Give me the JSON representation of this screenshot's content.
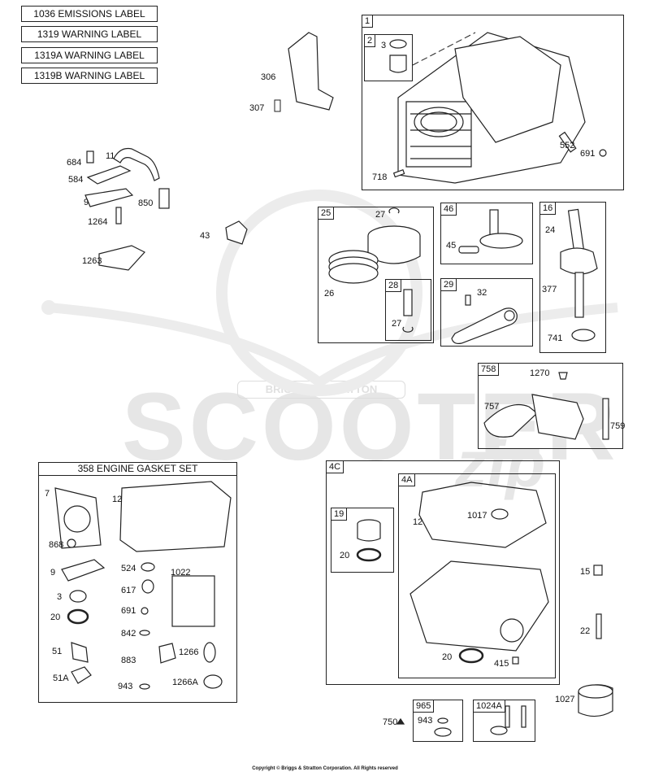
{
  "labels": {
    "l1036": "1036 EMISSIONS LABEL",
    "l1319": "1319 WARNING LABEL",
    "l1319a": "1319A WARNING LABEL",
    "l1319b": "1319B WARNING LABEL"
  },
  "watermark": {
    "main": "SCOOTER",
    "script": "zip",
    "badge": "BRIGGS & STRATTON"
  },
  "groups": {
    "g1": "1",
    "g2": "2",
    "g25": "25",
    "g28": "28",
    "g46": "46",
    "g29": "29",
    "g16": "16",
    "g758": "758",
    "g4c": "4C",
    "g4a": "4A",
    "g19": "19",
    "g965": "965",
    "g1024a": "1024A",
    "gasket_set": "358 ENGINE GASKET SET"
  },
  "parts": {
    "p306": "306",
    "p307": "307",
    "p3a": "3",
    "p552": "552",
    "p691a": "691",
    "p718": "718",
    "p684": "684",
    "p11": "11",
    "p584": "584",
    "p9a": "9",
    "p850": "850",
    "p1264": "1264",
    "p1263": "1263",
    "p43": "43",
    "p27a": "27",
    "p26": "26",
    "p27b": "27",
    "p45": "45",
    "p32": "32",
    "p24": "24",
    "p377": "377",
    "p741": "741",
    "p1270": "1270",
    "p757": "757",
    "p759": "759",
    "p7": "7",
    "p12a": "12",
    "p868": "868",
    "p9b": "9",
    "p524": "524",
    "p1022": "1022",
    "p617": "617",
    "p3b": "3",
    "p691b": "691",
    "p20a": "20",
    "p842": "842",
    "p51": "51",
    "p883": "883",
    "p1266": "1266",
    "p51a": "51A",
    "p943a": "943",
    "p1266a": "1266A",
    "p12b": "12",
    "p1017": "1017",
    "p20b": "20",
    "p20c": "20",
    "p415": "415",
    "p15": "15",
    "p22": "22",
    "p1027": "1027",
    "p750": "750",
    "p943b": "943"
  },
  "copyright": "Copyright © Briggs & Stratton Corporation. All Rights reserved"
}
